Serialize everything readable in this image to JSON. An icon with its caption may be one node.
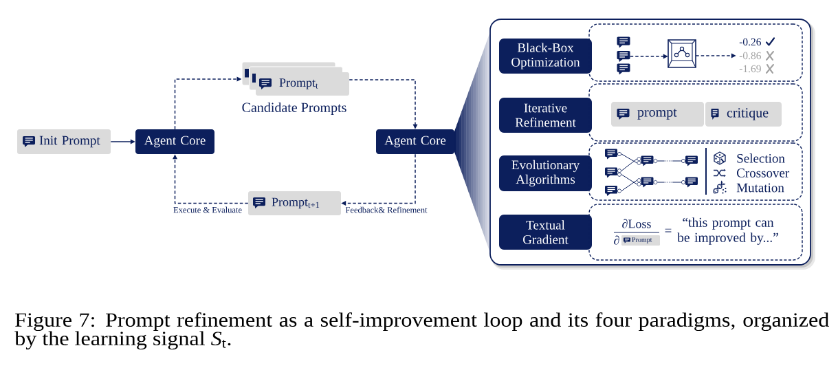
{
  "diagram": {
    "caption": "Figure 7: Prompt refinement as a self-improvement loop and its four paradigms, organized by the learning signal *S*$_{t}$.",
    "nodes": [
      {
        "text": [
          "Init Prompt"
        ]
      },
      {
        "text": [
          "Agent Core"
        ]
      },
      {
        "text": [],
        "shape": "box"
      },
      {
        "text": [],
        "shape": "box"
      },
      {
        "text": [
          "Prompt$_{t}$"
        ],
        "beside": [
          "Candidate Prompts"
        ]
      },
      {
        "text": [
          "Agent Core"
        ]
      },
      {
        "text": [
          "Prompt$_{t+1}$"
        ]
      },
      {
        "text": [],
        "shape": "box"
      },
      {
        "text": [
          "Black-Box Optimization"
        ],
        "in": 7
      },
      {
        "text": [],
        "shape": "box",
        "in": 7
      },
      {
        "text": [],
        "shape": "picture",
        "in": 9
      },
      {
        "text": [],
        "shape": "picture",
        "in": 9
      },
      {
        "text": [],
        "shape": "picture",
        "in": 9
      },
      {
        "text": [],
        "shape": "picture",
        "in": 9
      },
      {
        "text": [
          "-0.26",
          "-0.86",
          "-1.69"
        ],
        "in": 9
      },
      {
        "text": [
          "Iterative Refinement"
        ],
        "in": 7
      },
      {
        "text": [],
        "shape": "box",
        "in": 7
      },
      {
        "text": [
          "prompt"
        ],
        "in": 16
      },
      {
        "text": [
          "critique"
        ],
        "in": 16
      },
      {
        "text": [
          "Evolutionary Algorithms"
        ],
        "in": 7
      },
      {
        "text": [
          "Selection",
          "Crossover",
          "Mutation"
        ],
        "in": 7
      },
      {
        "text": [],
        "shape": "picture",
        "in": 20
      },
      {
        "text": [],
        "shape": "picture",
        "in": 20
      },
      {
        "text": [],
        "shape": "picture",
        "in": 20
      },
      {
        "text": [],
        "shape": "picture",
        "in": 20
      },
      {
        "text": [],
        "shape": "picture",
        "in": 20
      },
      {
        "text": [],
        "shape": "picture",
        "in": 20
      },
      {
        "text": [],
        "shape": "picture",
        "in": 20
      },
      {
        "text": [
          "Textual Gradient"
        ],
        "in": 7
      },
      {
        "text": [
          "∂Loss",
          "∂",
          "=",
          "“this prompt can be improved by...”"
        ],
        "in": 7
      },
      {
        "text": [
          "Prompt"
        ],
        "in": 29
      }
    ],
    "edges": [
      {
        "from": 0,
        "to": 1,
        "arrow": "to"
      },
      {
        "from": 1,
        "to": 2,
        "arrow": "to",
        "style": "dashed"
      },
      {
        "from": 4,
        "to": 5,
        "arrow": "to",
        "style": "dashed"
      },
      {
        "from": 5,
        "to": 6,
        "arrow": "to",
        "style": "dashed",
        "label": "Feedback& Refinement"
      },
      {
        "from": 6,
        "to": 1,
        "arrow": "to",
        "style": "dashed",
        "label": "Execute & Evaluate"
      },
      {
        "from": 11,
        "to": 13,
        "arrow": "to",
        "style": "dashed"
      },
      {
        "from": 13,
        "to": 14,
        "arrow": "to",
        "style": "dashed"
      },
      {
        "from": 21,
        "to": 24,
        "arrow": "none"
      },
      {
        "from": 22,
        "to": 24,
        "arrow": "none"
      },
      {
        "from": 22,
        "to": 25,
        "arrow": "none"
      },
      {
        "from": 23,
        "to": 25,
        "arrow": "none"
      },
      {
        "from": 24,
        "to": 26,
        "arrow": "none",
        "style": "dashed"
      },
      {
        "from": 25,
        "to": 27,
        "arrow": "none",
        "style": "dashed"
      }
    ]
  }
}
